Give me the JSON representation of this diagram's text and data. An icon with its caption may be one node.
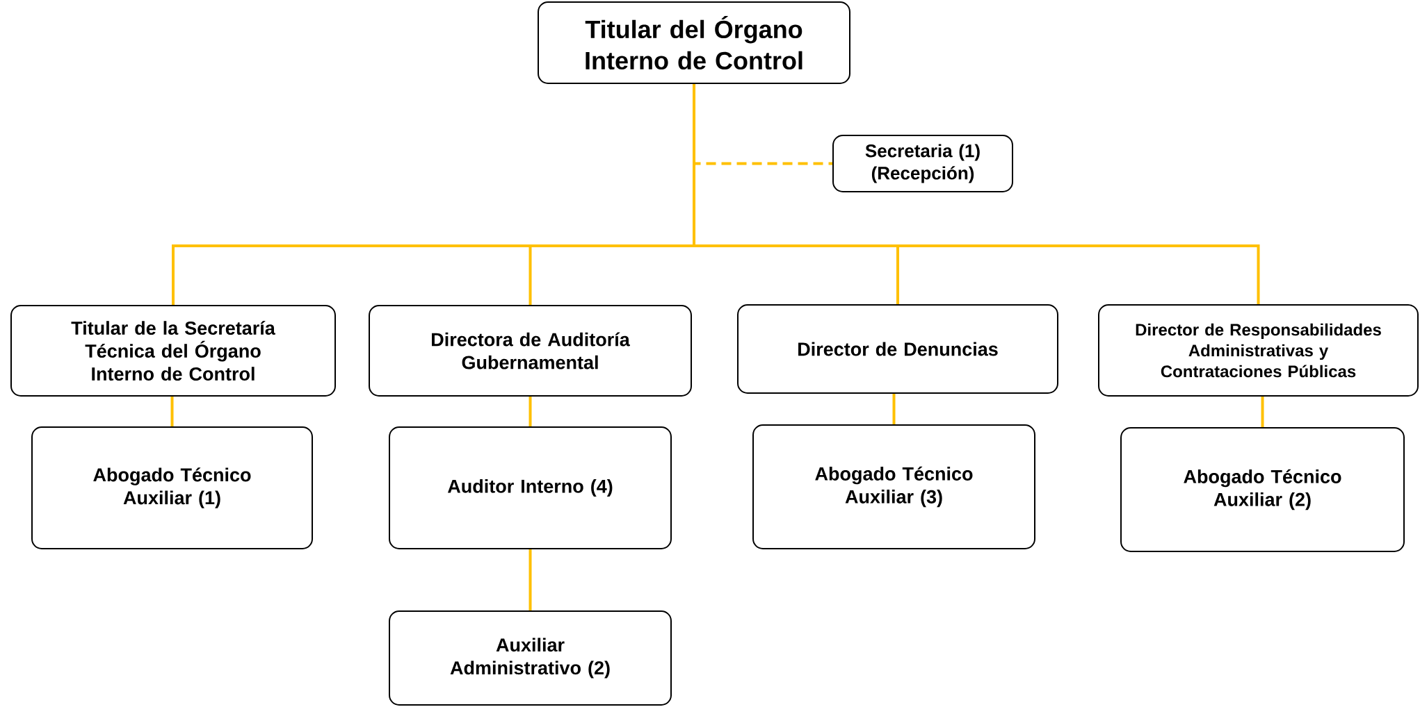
{
  "diagram": {
    "nodes": [
      {
        "text": [
          "Titular del Órgano Interno de Control"
        ]
      },
      {
        "text": [
          "Secretaria (1) (Recepción)"
        ]
      },
      {
        "text": [
          "Titular de la Secretaría Técnica del Órgano Interno de Control"
        ]
      },
      {
        "text": [
          "Directora de Auditoría Gubernamental"
        ]
      },
      {
        "text": [
          "Director de Denuncias"
        ]
      },
      {
        "text": [
          "Director de Responsabilidades Administrativas y Contrataciones Públicas"
        ]
      },
      {
        "text": [
          "Abogado Técnico Auxiliar (1)"
        ]
      },
      {
        "text": [
          "Auditor Interno (4)"
        ]
      },
      {
        "text": [
          "Abogado Técnico Auxiliar (3)"
        ]
      },
      {
        "text": [
          "Abogado Técnico Auxiliar (2)"
        ]
      },
      {
        "text": [
          "Auxiliar Administrativo (2)"
        ]
      }
    ],
    "edges": [
      {
        "from": 0,
        "to": 1,
        "arrow": "none",
        "style": "dashed"
      },
      {
        "from": 0,
        "to": 2,
        "arrow": "none"
      },
      {
        "from": 0,
        "to": 3,
        "arrow": "none"
      },
      {
        "from": 0,
        "to": 4,
        "arrow": "none"
      },
      {
        "from": 0,
        "to": 5,
        "arrow": "none"
      },
      {
        "from": 2,
        "to": 6,
        "arrow": "none"
      },
      {
        "from": 3,
        "to": 7,
        "arrow": "none"
      },
      {
        "from": 7,
        "to": 10,
        "arrow": "none"
      },
      {
        "from": 4,
        "to": 8,
        "arrow": "none"
      },
      {
        "from": 5,
        "to": 9,
        "arrow": "none"
      }
    ]
  }
}
